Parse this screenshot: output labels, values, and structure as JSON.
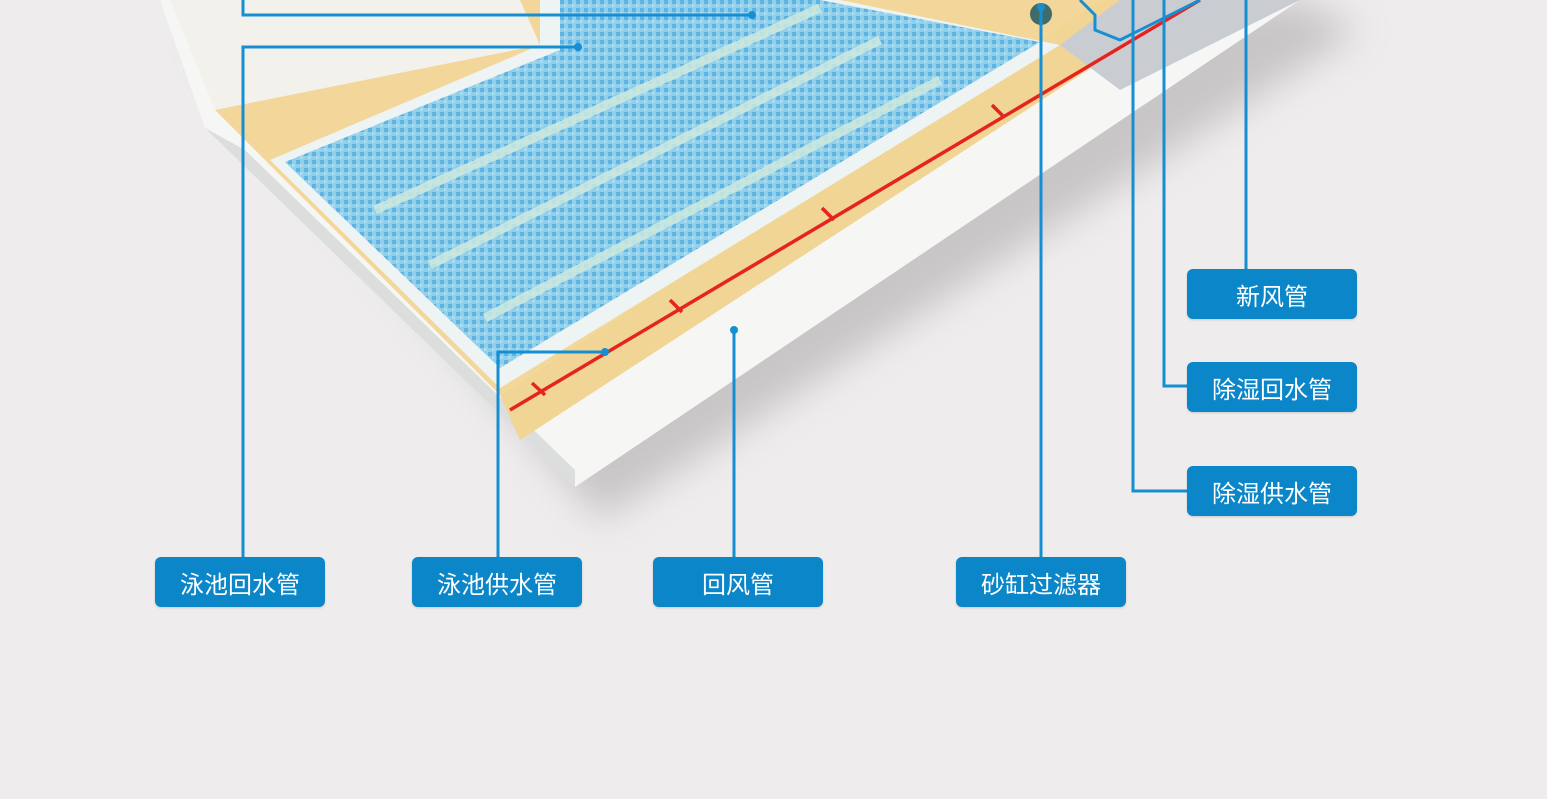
{
  "colors": {
    "accent": "#0b86c8",
    "leader": "#168fd2",
    "pipe_red": "#e52420",
    "water": "#7cc6e6",
    "deck": "#f3d79a"
  },
  "labels": {
    "pool_return": "泳池回水管",
    "pool_supply": "泳池供水管",
    "return_air": "回风管",
    "sand_filter": "砂缸过滤器",
    "fresh_air": "新风管",
    "dehum_return": "除湿回水管",
    "dehum_supply": "除湿供水管"
  }
}
